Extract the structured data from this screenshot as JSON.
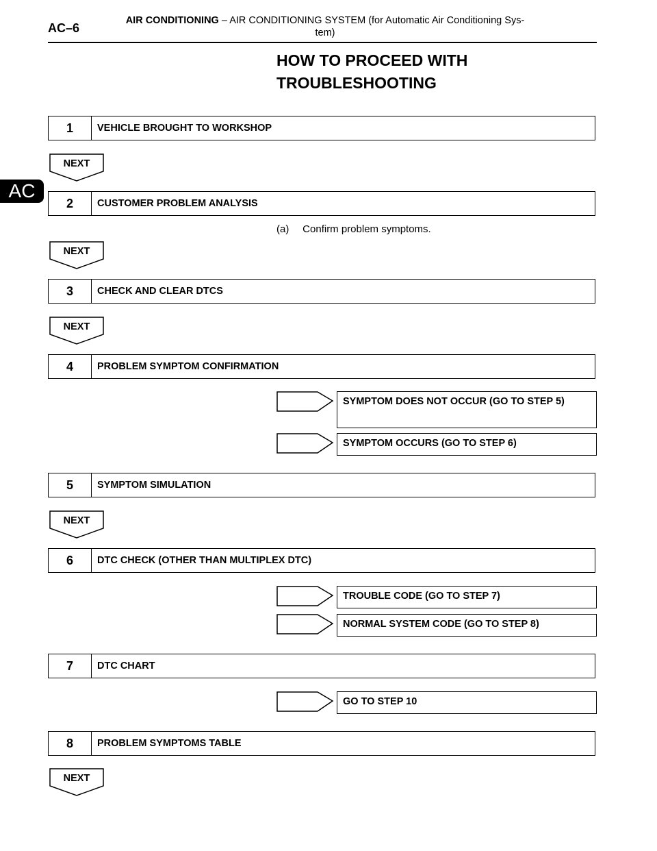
{
  "header": {
    "code": "AC–6",
    "section": "AIR CONDITIONING",
    "separator": "–",
    "subtitle_line1": "AIR CONDITIONING SYSTEM (for Automatic Air Conditioning Sys-",
    "subtitle_line2": "tem)"
  },
  "side_tab": "AC",
  "title_line1": "HOW TO PROCEED WITH",
  "title_line2": "TROUBLESHOOTING",
  "next_label": "NEXT",
  "steps": [
    {
      "num": "1",
      "title": "VEHICLE BROUGHT TO WORKSHOP"
    },
    {
      "num": "2",
      "title": "CUSTOMER PROBLEM ANALYSIS"
    },
    {
      "num": "3",
      "title": "CHECK AND CLEAR DTCS"
    },
    {
      "num": "4",
      "title": "PROBLEM SYMPTOM CONFIRMATION"
    },
    {
      "num": "5",
      "title": "SYMPTOM SIMULATION"
    },
    {
      "num": "6",
      "title": "DTC CHECK (OTHER THAN MULTIPLEX DTC)"
    },
    {
      "num": "7",
      "title": "DTC CHART"
    },
    {
      "num": "8",
      "title": "PROBLEM SYMPTOMS TABLE"
    }
  ],
  "step2_note": {
    "label": "(a)",
    "text": "Confirm problem symptoms."
  },
  "branches": {
    "step4": [
      "SYMPTOM DOES NOT OCCUR (GO TO STEP 5)",
      "SYMPTOM OCCURS (GO TO STEP 6)"
    ],
    "step6": [
      "TROUBLE CODE (GO TO STEP 7)",
      "NORMAL SYSTEM CODE (GO TO STEP 8)"
    ],
    "step7": [
      "GO TO STEP 10"
    ]
  }
}
